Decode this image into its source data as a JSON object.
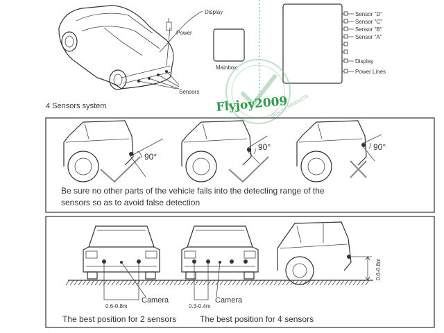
{
  "top": {
    "display_label": "Display",
    "power_label": "Power",
    "mainbox_label": "Mainbox",
    "sensors_label": "Sensors",
    "system_title": "4 Sensors system",
    "box_labels": [
      "Sensor \"D\"",
      "Sensor \"C\"",
      "Sensor \"B\"",
      "Sensor \"A\"",
      "Display",
      "Power Lines"
    ]
  },
  "watermark": {
    "brand": "Flyjoy2009",
    "ring_text": "QUALITY PRODUCTS"
  },
  "angle_panel": {
    "angles": [
      "90°",
      "90°",
      "90°"
    ],
    "note_line1": "Be sure no other parts of the vehicle falls into the detecting range of the",
    "note_line2": "sensors so as to avoid false detection"
  },
  "position_panel": {
    "camera_label_1": "Camera",
    "camera_label_2": "Camera",
    "distance_2sensor": "0.6-0.8m",
    "distance_4sensor": "0.3-0.4m",
    "height_side": "0.6-0.8m",
    "caption_2": "The best position for 2 sensors",
    "caption_4": "The best position for 4 sensors"
  },
  "colors": {
    "line": "#333333",
    "watermark": "#3aa05a",
    "divider": "#4fa6a6"
  }
}
